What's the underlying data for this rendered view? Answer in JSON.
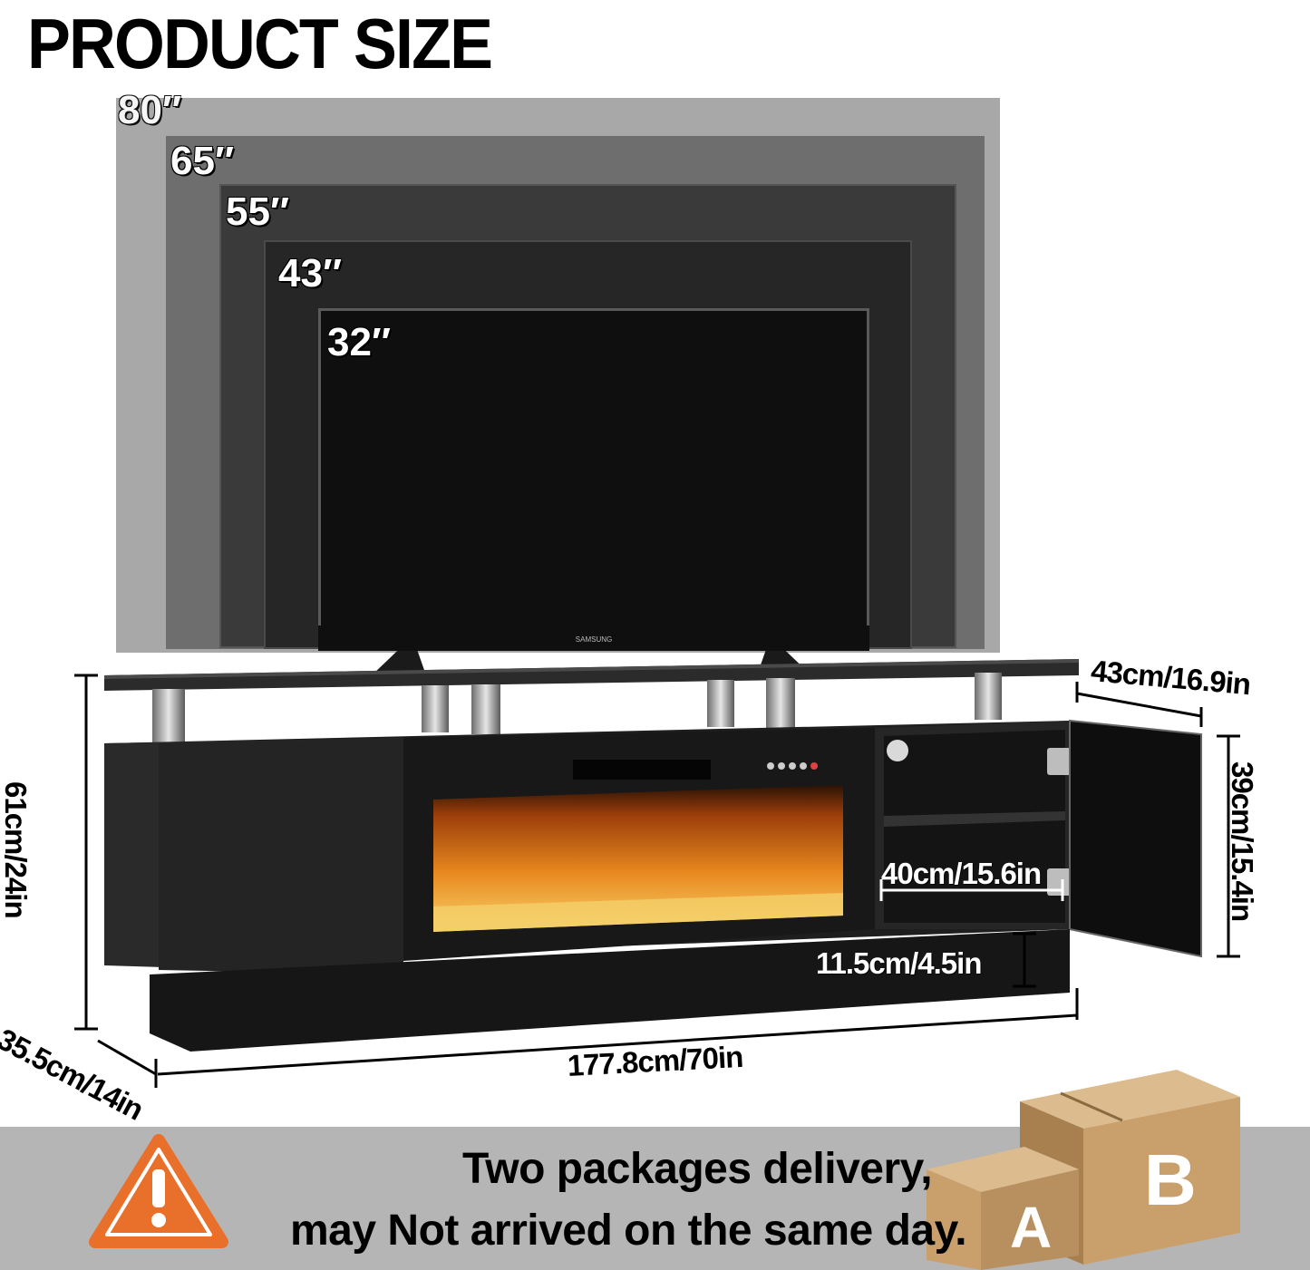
{
  "title": "PRODUCT SIZE",
  "tv_sizes": [
    "80″",
    "65″",
    "55″",
    "43″",
    "32″"
  ],
  "tv_brand": "SAMSUNG",
  "dimensions": {
    "depth_top": "43cm/16.9in",
    "cabinet_height": "39cm/15.4in",
    "total_height": "61cm/24in",
    "inner_width": "40cm/15.6in",
    "base_height": "11.5cm/4.5in",
    "depth_base": "35.5cm/14in",
    "width": "177.8cm/70in"
  },
  "notice": {
    "line1": "Two packages delivery,",
    "line2": "may Not arrived on the same day."
  },
  "boxes": [
    "A",
    "B"
  ],
  "colors": {
    "tv_80": "#a8a8a8",
    "tv_65": "#6e6e6e",
    "tv_55": "#3a3a3a",
    "tv_43": "#262626",
    "tv_32": "#0f0f0f",
    "cabinet": "#1e1e1e",
    "notice_bar": "#b5b5b5",
    "warning": "#e8702a",
    "box": "#c9a06c"
  }
}
